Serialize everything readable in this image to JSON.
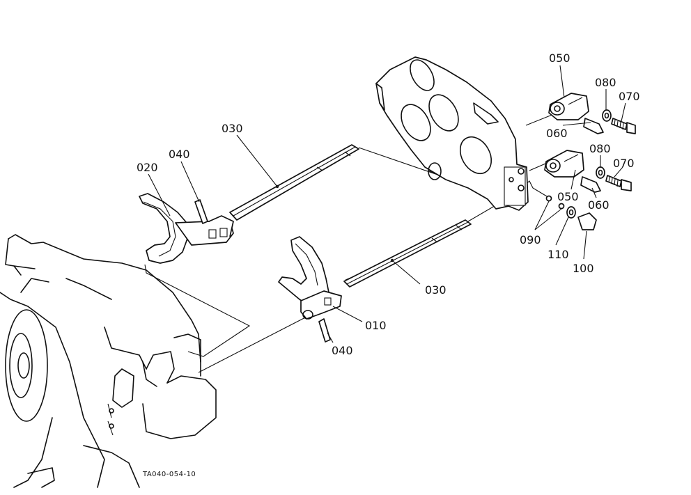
{
  "labels": {
    "p010": "010",
    "p020": "020",
    "p030_upper": "030",
    "p030_lower": "030",
    "p040_upper": "040",
    "p040_lower": "040",
    "p050_upper": "050",
    "p050_lower": "050",
    "p060_upper": "060",
    "p060_lower": "060",
    "p070_upper": "070",
    "p070_lower": "070",
    "p080_upper": "080",
    "p080_lower": "080",
    "p090": "090",
    "p100": "100",
    "p110": "110"
  },
  "drawing_code": "TA040-054-10"
}
